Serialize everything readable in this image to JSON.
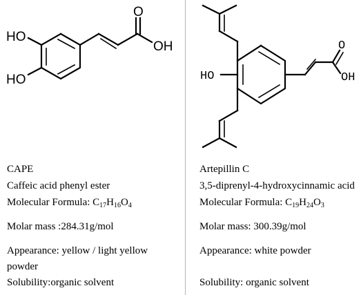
{
  "compounds": [
    {
      "abbr": "CAPE",
      "full_name": "Caffeic acid phenyl ester",
      "formula_label": "Molecular Formula:",
      "formula": {
        "c": "C",
        "c_n": "17",
        "h": "H",
        "h_n": "16",
        "o": "O",
        "o_n": "4"
      },
      "molar_mass": "Molar mass :284.31g/mol",
      "appearance_line1": "Appearance: yellow / light yellow",
      "appearance_line2": "powder",
      "solubility": "Solubility:organic solvent",
      "structure_labels": {
        "ho_top": "HO",
        "ho_bottom": "HO",
        "o": "O",
        "oh": "OH"
      }
    },
    {
      "abbr": "Artepillin C",
      "full_name": "3,5-diprenyl-4-hydroxycinnamic acid",
      "formula_label": "Molecular Formula:",
      "formula": {
        "c": "C",
        "c_n": "19",
        "h": "H",
        "h_n": "24",
        "o": "O",
        "o_n": "3"
      },
      "molar_mass": "Molar mass: 300.39g/mol",
      "appearance": "Appearance: white powder",
      "solubility": "Solubility: organic solvent",
      "structure_labels": {
        "ho": "HO",
        "o": "O",
        "oh": "OH"
      }
    }
  ]
}
